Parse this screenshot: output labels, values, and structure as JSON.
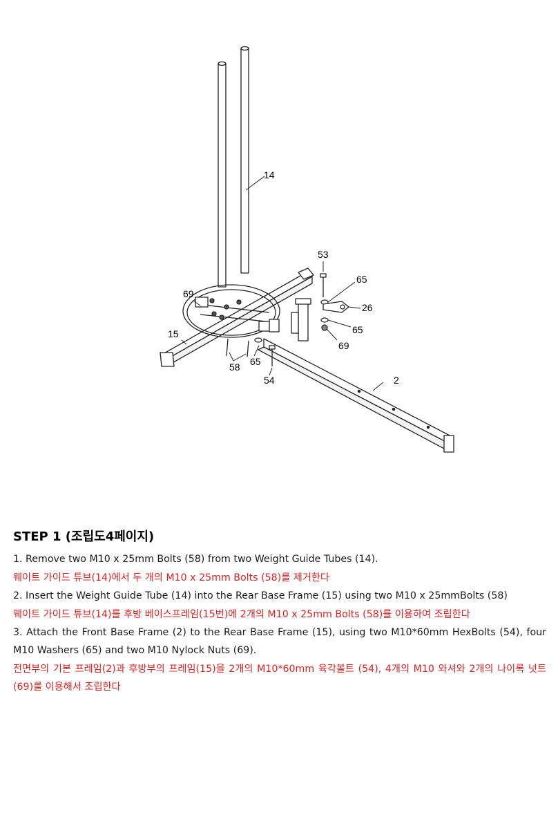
{
  "diagram": {
    "part_labels": [
      "14",
      "53",
      "65",
      "26",
      "65",
      "69",
      "69",
      "15",
      "58",
      "65",
      "54",
      "2"
    ]
  },
  "instructions": {
    "title": "STEP 1 (조립도4페이지)",
    "step1_en": "1. Remove two M10 x 25mm Bolts (58) from two Weight Guide Tubes (14).",
    "step1_ko": "웨이트 가이드 튜브(14)에서 두 개의 M10 x 25mm Bolts (58)를 제거한다",
    "step2_en": "2. Insert the Weight Guide Tube (14) into the Rear Base Frame (15) using two M10 x 25mmBolts (58)",
    "step2_ko": "웨이트 가이드 튜브(14)를 후방 베이스프레임(15번)에 2개의 M10 x 25mm Bolts (58)를 이용하여 조립한다",
    "step3_en": "3. Attach the Front Base Frame (2) to the Rear Base Frame (15), using two M10*60mm HexBolts (54), four M10 Washers (65) and two M10 Nylock Nuts (69).",
    "step3_ko": "전면부의 기본 프레임(2)과 후방부의 프레임(15)을 2개의 M10*60mm 육각볼트 (54), 4개의 M10 와셔와 2개의 나이록 넛트(69)를 이용해서 조립한다"
  },
  "colors": {
    "korean_text": "#e02020",
    "english_text": "#1a1a1a"
  }
}
